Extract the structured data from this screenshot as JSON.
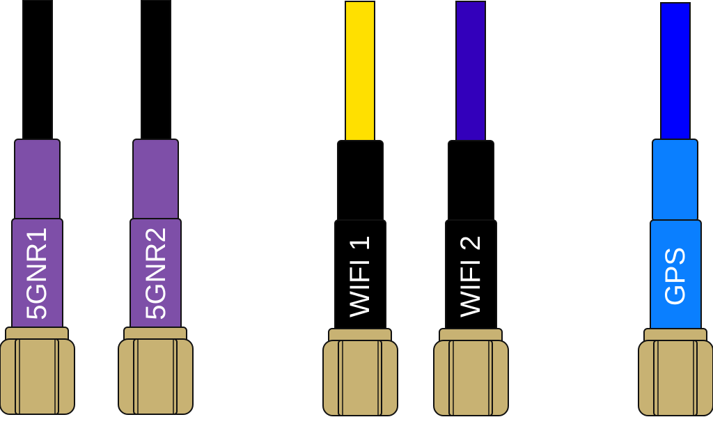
{
  "colors": {
    "connector_fill": "#C8B273",
    "outline": "#111111",
    "label_text": "#FFFFFF"
  },
  "cables": [
    {
      "label": "5GNR1",
      "wire_color": "#000000",
      "boot_color": "#7E4FA8"
    },
    {
      "label": "5GNR2",
      "wire_color": "#000000",
      "boot_color": "#7E4FA8"
    },
    {
      "label": "WIFI 1",
      "wire_color": "#FFE000",
      "boot_color": "#000000"
    },
    {
      "label": "WIFI 2",
      "wire_color": "#3300BB",
      "boot_color": "#000000"
    },
    {
      "label": "GPS",
      "wire_color": "#0000FF",
      "boot_color": "#0A7FFF"
    }
  ]
}
